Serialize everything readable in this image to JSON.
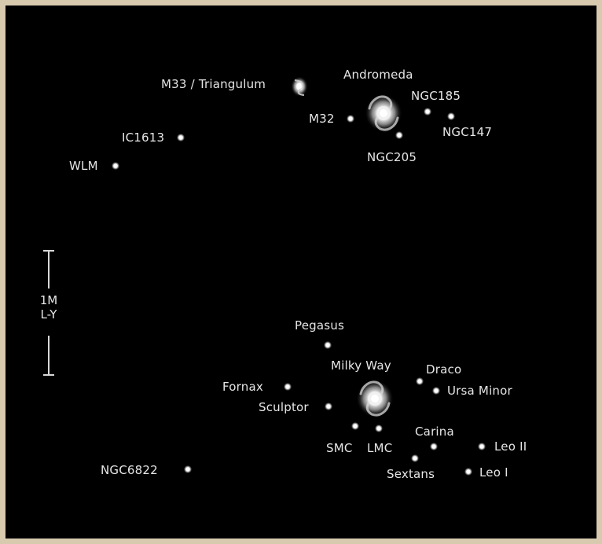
{
  "scale": {
    "line1": "1M",
    "line2": "L-Y"
  },
  "objects": [
    {
      "id": "m33",
      "label": "M33 / Triangulum",
      "kind": "spiral-small"
    },
    {
      "id": "andromeda",
      "label": "Andromeda",
      "kind": "spiral-large"
    },
    {
      "id": "ngc185",
      "label": "NGC185",
      "kind": "dot"
    },
    {
      "id": "m32",
      "label": "M32",
      "kind": "dot"
    },
    {
      "id": "ngc147",
      "label": "NGC147",
      "kind": "dot"
    },
    {
      "id": "ngc205",
      "label": "NGC205",
      "kind": "dot"
    },
    {
      "id": "ic1613",
      "label": "IC1613",
      "kind": "dot"
    },
    {
      "id": "wlm",
      "label": "WLM",
      "kind": "dot"
    },
    {
      "id": "pegasus",
      "label": "Pegasus",
      "kind": "dot"
    },
    {
      "id": "milky-way",
      "label": "Milky Way",
      "kind": "spiral-large"
    },
    {
      "id": "draco",
      "label": "Draco",
      "kind": "dot"
    },
    {
      "id": "ursa-minor",
      "label": "Ursa Minor",
      "kind": "dot"
    },
    {
      "id": "fornax",
      "label": "Fornax",
      "kind": "dot"
    },
    {
      "id": "sculptor",
      "label": "Sculptor",
      "kind": "dot"
    },
    {
      "id": "carina",
      "label": "Carina",
      "kind": "dot"
    },
    {
      "id": "smc",
      "label": "SMC",
      "kind": "dot"
    },
    {
      "id": "lmc",
      "label": "LMC",
      "kind": "dot"
    },
    {
      "id": "leo-ii",
      "label": "Leo II",
      "kind": "dot"
    },
    {
      "id": "sextans",
      "label": "Sextans",
      "kind": "dot"
    },
    {
      "id": "leo-i",
      "label": "Leo I",
      "kind": "dot"
    },
    {
      "id": "ngc6822",
      "label": "NGC6822",
      "kind": "dot"
    }
  ]
}
